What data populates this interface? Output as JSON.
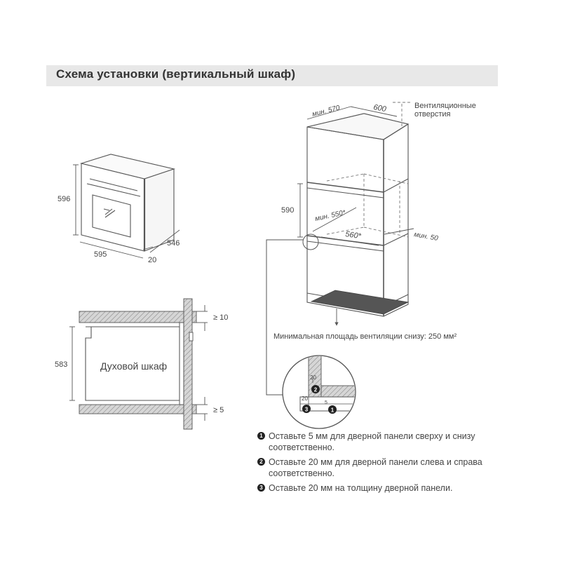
{
  "header": {
    "title": "Схема установки (вертикальный шкаф)"
  },
  "oven_dims": {
    "height": "596",
    "width": "595",
    "depth": "546",
    "door": "20"
  },
  "side_view": {
    "height": "583",
    "top_gap": "≥ 10",
    "bottom_gap": "≥ 5",
    "cabinet_label": "Духовой шкаф"
  },
  "cabinet_dims": {
    "min_depth": "мин. 570",
    "depth": "600",
    "niche_height": "590",
    "niche_depth": "мин. 550*",
    "niche_width": "560*",
    "vent_gap": "мин. 50",
    "vent_label_line1": "Вентиляционные",
    "vent_label_line2": "отверстия",
    "bottom_vent": "Минимальная площадь вентиляции снизу: 250 мм²"
  },
  "detail": {
    "dim_top": "20",
    "dim_bottom": "20",
    "dim_small": "5",
    "marker1": "1",
    "marker2": "2",
    "marker3": "3"
  },
  "notes": [
    {
      "num": "1",
      "text": "Оставьте 5 мм для дверной панели сверху и снизу соответственно."
    },
    {
      "num": "2",
      "text": "Оставьте 20 мм для дверной панели слева и справа соответственно."
    },
    {
      "num": "3",
      "text": "Оставьте 20 мм на толщину дверной панели."
    }
  ]
}
